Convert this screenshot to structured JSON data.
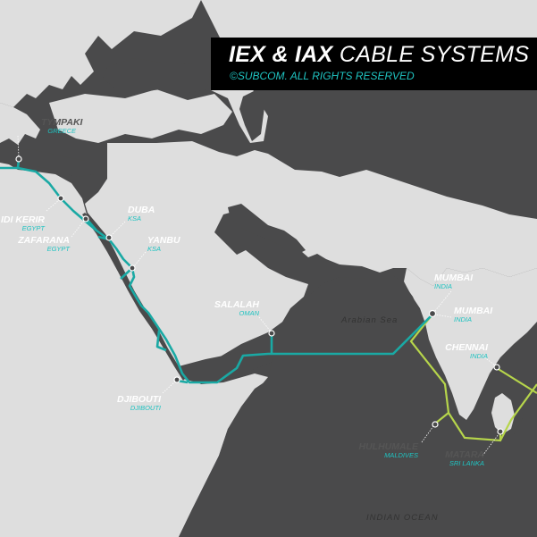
{
  "title": {
    "bold": "IEX & IAX",
    "rest": "CABLE SYSTEMS",
    "copyright": "©SUBCOM. ALL RIGHTS RESERVED"
  },
  "colors": {
    "sea": "#4a4a4b",
    "land": "#dedede",
    "iex_cable": "#1aa9a4",
    "iax_cable": "#b6d54b",
    "label_country": "#1fc3c1"
  },
  "landings": {
    "tympaki": {
      "city": "TYMPAKI",
      "country": "GREECE"
    },
    "sidi_kerir": {
      "city": "IDI KERIR",
      "country": "EGYPT"
    },
    "zafarana": {
      "city": "ZAFARANA",
      "country": "EGYPT"
    },
    "duba": {
      "city": "DUBA",
      "country": "KSA"
    },
    "yanbu": {
      "city": "YANBU",
      "country": "KSA"
    },
    "salalah": {
      "city": "SALALAH",
      "country": "OMAN"
    },
    "djibouti": {
      "city": "DJIBOUTI",
      "country": "DJIBOUTI"
    },
    "mumbai_1": {
      "city": "MUMBAI",
      "country": "INDIA"
    },
    "mumbai_2": {
      "city": "MUMBAI",
      "country": "INDIA"
    },
    "chennai": {
      "city": "CHENNAI",
      "country": "INDIA"
    },
    "hulhumale": {
      "city": "HULHUMALE",
      "country": "MALDIVES"
    },
    "matara": {
      "city": "MATARA",
      "country": "SRI LANKA"
    }
  },
  "water_bodies": {
    "arabian_sea": "Arabian Sea",
    "indian_ocean": "INDIAN OCEAN"
  }
}
